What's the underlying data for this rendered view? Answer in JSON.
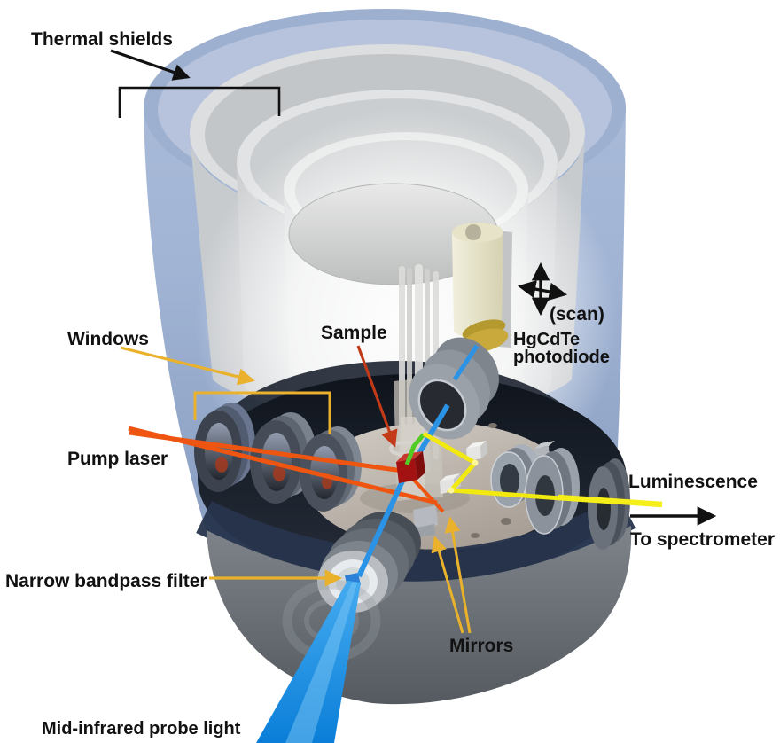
{
  "figure": {
    "title": "Cryostat optical apparatus schematic",
    "type": "3d-apparatus-illustration",
    "labels": {
      "thermal_shields": "Thermal shields",
      "windows": "Windows",
      "pump_laser": "Pump laser",
      "sample": "Sample",
      "scan": "(scan)",
      "detector_line1": "HgCdTe",
      "detector_line2": "photodiode",
      "luminescence": "Luminescence",
      "to_spectrometer": "To spectrometer",
      "narrow_bandpass_filter": "Narrow bandpass filter",
      "mirrors": "Mirrors",
      "mid_infrared_probe_light": "Mid-infrared probe light"
    },
    "colors": {
      "annotation_black": "#111111",
      "annotation_gold": "#eab22c",
      "sample_arrow_red": "#c23a18",
      "pump_beam_orange": "#ee5511",
      "probe_beam_blue": "#2a93e6",
      "luminescence_yellow": "#f2e90e",
      "sample_emission_green": "#52cc24",
      "cryostat_blue": "#9db3d4",
      "thermal_shield_gray": "#d2d4d4",
      "chamber_dark": "#161b24",
      "base_gray": "#70767d",
      "sample_red": "#a31212",
      "photodiode_cream": "#eae7cf"
    }
  }
}
